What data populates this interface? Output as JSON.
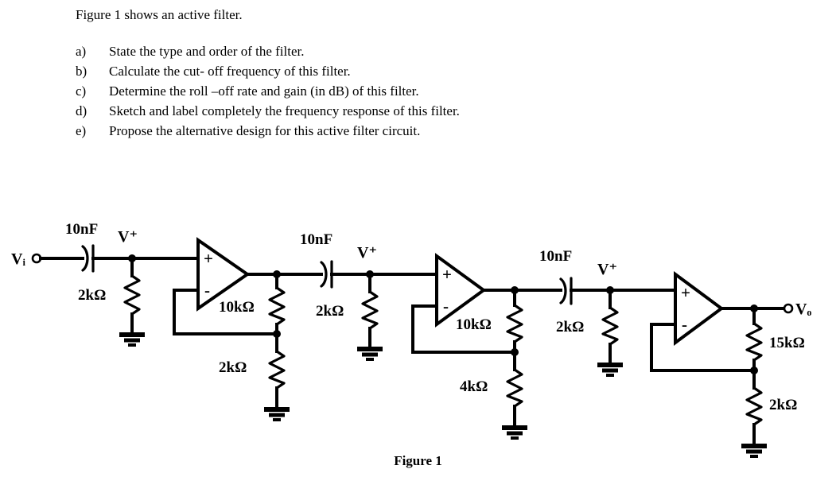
{
  "document": {
    "intro": "Figure 1 shows an active filter.",
    "questions": [
      {
        "marker": "a)",
        "text": "State the type and order of the filter."
      },
      {
        "marker": "b)",
        "text": "Calculate the cut- off frequency of this filter."
      },
      {
        "marker": "c)",
        "text": "Determine the roll –off rate and gain (in dB) of this filter."
      },
      {
        "marker": "d)",
        "text": "Sketch and label completely the frequency response of this filter."
      },
      {
        "marker": "e)",
        "text": "Propose the alternative design for this active filter circuit."
      }
    ],
    "figure_caption": "Figure 1"
  },
  "circuit": {
    "input_terminal": "Vᵢ",
    "output_terminal": "Vₒ",
    "stage1": {
      "cap_label": "10nF",
      "node_label": "V⁺",
      "shunt_resistor": "2kΩ",
      "feedback_resistor": "10kΩ",
      "gain_resistor": "2kΩ",
      "opamp_plus": "+",
      "opamp_minus": "-"
    },
    "stage2": {
      "cap_label": "10nF",
      "node_label": "V⁺",
      "shunt_resistor": "2kΩ",
      "feedback_resistor": "10kΩ",
      "gain_resistor": "4kΩ",
      "opamp_plus": "+",
      "opamp_minus": "-"
    },
    "stage3": {
      "cap_label": "10nF",
      "node_label": "V⁺",
      "shunt_resistor": "2kΩ",
      "feedback_resistor": "15kΩ",
      "gain_resistor": "2kΩ",
      "opamp_plus": "+",
      "opamp_minus": "-"
    },
    "colors": {
      "ink": "#000000",
      "paper": "#ffffff"
    }
  }
}
